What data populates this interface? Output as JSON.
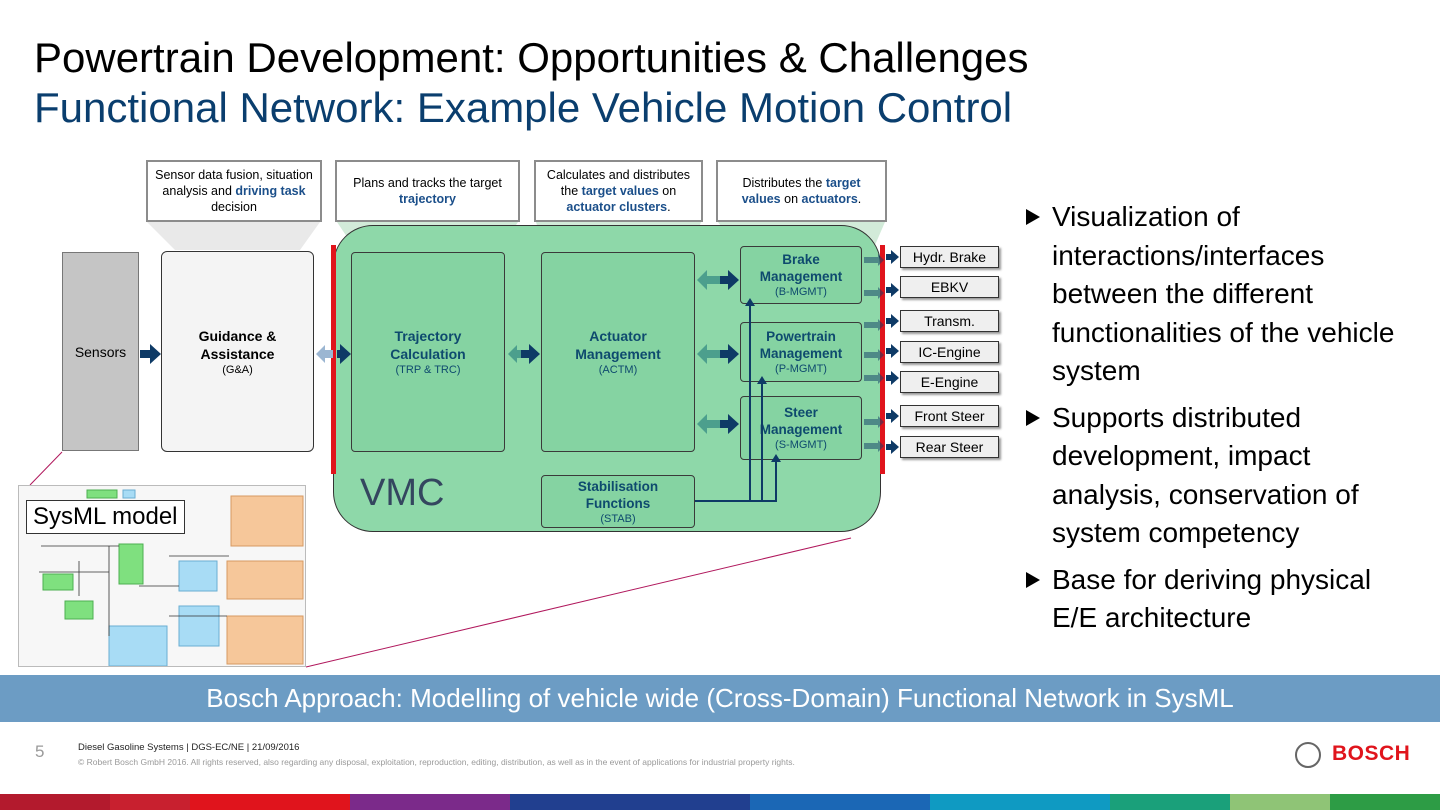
{
  "title": {
    "line1": "Powertrain Development: Opportunities & Challenges",
    "line2": "Functional Network: Example Vehicle Motion Control"
  },
  "callouts": {
    "c1": {
      "pre": "Sensor data fusion, situation analysis and",
      "hl": "driving task",
      "post": "decision"
    },
    "c2": {
      "pre": "Plans and tracks the target",
      "hl": "trajectory",
      "post": ""
    },
    "c3": {
      "pre": "Calculates and distributes the",
      "hl1": "target values",
      "mid": "on",
      "hl2": "actuator clusters",
      "post": "."
    },
    "c4": {
      "pre": "Distributes the",
      "hl1": "target values",
      "mid": "on",
      "hl2": "actuators",
      "post": "."
    }
  },
  "blocks": {
    "sensors": "Sensors",
    "ga": {
      "title": "Guidance & Assistance",
      "sub": "(G&A)"
    },
    "trp": {
      "title": "Trajectory Calculation",
      "sub": "(TRP & TRC)"
    },
    "actm": {
      "title": "Actuator Management",
      "sub": "(ACTM)"
    },
    "stab": {
      "title": "Stabilisation Functions",
      "sub": "(STAB)"
    },
    "bmgmt": {
      "title": "Brake Management",
      "sub": "(B-MGMT)"
    },
    "pmgmt": {
      "title": "Powertrain Management",
      "sub": "(P-MGMT)"
    },
    "smgmt": {
      "title": "Steer Management",
      "sub": "(S-MGMT)"
    },
    "vmc": "VMC"
  },
  "actuators": [
    "Hydr. Brake",
    "EBKV",
    "Transm.",
    "IC-Engine",
    "E-Engine",
    "Front Steer",
    "Rear Steer"
  ],
  "sysml_label": "SysML model",
  "bullets": [
    "Visualization of interactions/interfaces between the different functionalities of the vehicle system",
    "Supports distributed development, impact analysis, conservation of system competency",
    "Base for deriving physical E/E architecture"
  ],
  "banner": "Bosch Approach: Modelling of vehicle wide (Cross-Domain) Functional Network in SysML",
  "footer": {
    "page": "5",
    "line1": "Diesel Gasoline Systems | DGS-EC/NE | 21/09/2016",
    "line2": "© Robert Bosch GmbH 2016. All rights reserved, also regarding any disposal, exploitation, reproduction, editing, distribution, as well as in the event of applications for industrial property rights."
  },
  "logo": "BOSCH",
  "colors": {
    "accent_blue": "#0a3e6e",
    "vmc_green": "#8ed8a9",
    "banner": "#6c9cc4",
    "bosch_red": "#e0141c"
  }
}
